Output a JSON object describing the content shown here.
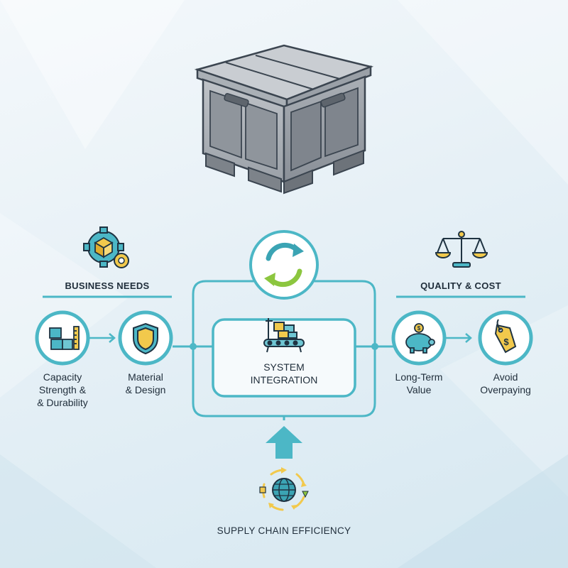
{
  "colors": {
    "teal": "#4cb7c6",
    "teal_dark": "#2f8fa0",
    "navy": "#1f3342",
    "gold": "#f2c94c",
    "crate_gray": "#9aa0a7"
  },
  "hub": {
    "title": "SYSTEM\nINTEGRATION",
    "top_icon": "refresh-cycle-icon",
    "center_icon": "conveyor-machine-icon"
  },
  "business_needs": {
    "heading": "BUSINESS NEEDS",
    "heading_icon": "gear-box-icon",
    "items": [
      {
        "label": "Capacity\nStrength &\n& Durability",
        "icon": "stacked-boxes-ruler-icon"
      },
      {
        "label": "Material\n& Design",
        "icon": "shield-icon"
      }
    ]
  },
  "quality_cost": {
    "heading": "QUALITY & COST",
    "heading_icon": "balance-scale-icon",
    "items": [
      {
        "label": "Long-Term\nValue",
        "icon": "piggy-bank-icon"
      },
      {
        "label": "Avoid\nOverpaying",
        "icon": "price-tag-icon"
      }
    ]
  },
  "supply_chain": {
    "label": "SUPPLY CHAIN EFFICIENCY",
    "icon": "globe-cycle-icon",
    "arrow_icon": "up-arrow-icon"
  },
  "hero": {
    "icon": "pallet-crate-icon"
  }
}
